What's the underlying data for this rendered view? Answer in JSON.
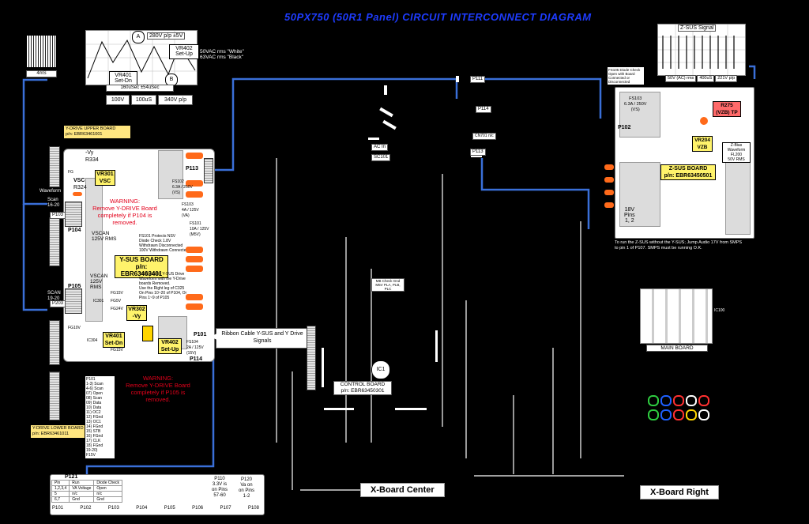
{
  "title": "50PX750 (50R1 Panel) CIRCUIT INTERCONNECT DIAGRAM",
  "colors": {
    "background": "#000000",
    "wire": "#3a6fd8",
    "warning": "#e3001b",
    "highlight": "#fff36b",
    "heat": "#ff6a1a",
    "title": "#1e3cff"
  },
  "waveform_top_left": {
    "label_4ms": "4mS",
    "marker_a": "A",
    "marker_b": "B",
    "vpp_1": "280V p/p ±5V",
    "vr402": "VR402\nSet-Up",
    "vr401": "VR401\nSet-Dn",
    "ac_note": "50VAC rms \"White\"\n63VAC rms \"Black\"",
    "time_1": "160uSec ±54uSec",
    "cells": [
      "100V",
      "100uS",
      "340V p/p"
    ]
  },
  "y_drive_upper": "Y-DRIVE UPPER BOARD\np/n: EBR63461001",
  "y_drive_lower": "Y-DRIVE LOWER BOARD\np/n: EBR63461011",
  "y_sus": {
    "vy": "-Vy",
    "r334": "R334",
    "vr301": "VR301\nVSC",
    "vsc": "VSC",
    "r324": "R324",
    "waveform": "Waveform",
    "scan": "Scan\n16-20",
    "p103": "P103",
    "p104": "P104",
    "p105": "P105",
    "scan2": "SCAN\n19-20",
    "p203": "P203",
    "warning_1": "WARNING:\nRemove Y-DRIVE Board\ncompletely if P104 is\nremoved.",
    "warning_2": "WARNING:\nRemove Y-DRIVE Board\ncompletely if P105 is\nremoved.",
    "vscan": "VSCAN\n125V RMS",
    "vscan2": "VSCAN\n125V\nRMS",
    "board_name": "Y-SUS BOARD\np/n: EBR63463401",
    "check_note": "To Check for Y-SUS Drive\nWaveform with the Y-Drive\nboards Removed.\nUse the Right leg of C325\nOn Pins 10~20 of P104, Or\nPins 1~9 of P105",
    "fs101_note": "FS101 Protects NSV\nDiode Check 1.8V\nWithdrawn Disconnected\n100V Withdrawn Connected",
    "p113": "P113",
    "fs102": "FS102\n6.3A / 250V\n(VS)",
    "fs103": "FS103\n4A / 125V\n(VA)",
    "fs101": "FS101\n10A / 125V\n(M5V)",
    "vr302": "VR302\n-Vy",
    "vr401b": "VR401\nSet-Dn",
    "vr402b": "VR402\nSet-Up",
    "p101": "P101",
    "fs104": "FS104\n2A / 125V\n(15V)",
    "p114": "P114",
    "ic301": "IC301",
    "ic304": "IC304",
    "fg": "FG",
    "fg15v": "FG15V",
    "fg5v": "FG5V",
    "fg24v": "FG24V",
    "fg10v": "FG10V",
    "fg15v2": "FG15V",
    "p101_pins": "P101\n1-3) Scan\n4-6) Scan\n07) Open\n08) Scan\n09) Data\n10) Data\n11) OC2\n12) FGnd\n13) OC1\n14) FGnd\n15) STB\n16) FGnd\n17) CLK\n18) FGnd\n19-20)\nF15V"
  },
  "ribbon": "Ribbon Cable\nY-SUS and Y Drive Signals",
  "control_board": {
    "p111": "P111",
    "p114": "P114",
    "p113": "P113",
    "cn701": "CN701\nn/c",
    "ac_in": "AC In",
    "sc101": "SC101",
    "name": "CONTROL BOARD\np/n: EBR63450301",
    "ic1": "IC1",
    "test_point": "MB\nCheck Gnd\nM5V\nPLA, PLB, PLC"
  },
  "z_sus": {
    "signal_title": "Z-SUS Signal",
    "signal_cells": [
      "50V (AC) rms",
      "400uS",
      "221V p/p"
    ],
    "fs105_note": "FS105 Diode Check\nOpen with Board\nConnected or\nDisconnected",
    "fs103": "FS103\n6.3A / 250V\n(VS)",
    "p102": "P102",
    "r275": "R275\n(VZB) TP",
    "vr204": "VR204\nVZB",
    "z_bias": "Z-Bias\nWaveform\nFL200\n50V RMS",
    "board_name": "Z-SUS BOARD\np/n: EBR63450501",
    "p18v": "18V\nPins\n1, 2",
    "note": "To run the Z-SUS without the Y-SUS; Jump Audio 17V from SMPS\nto pin 1 of P107. SMPS must be running O.K."
  },
  "main_board": {
    "name": "MAIN BOARD",
    "ic": "IC100"
  },
  "bottom": {
    "p121": "P121",
    "table_headers": [
      "Pin",
      "Run",
      "Diode Check"
    ],
    "table_rows": [
      [
        "1,2,3,4",
        "VA Voltage",
        "Open"
      ],
      [
        "5",
        "n/c",
        "n/c"
      ],
      [
        "6,7",
        "Gnd",
        "Gnd"
      ]
    ],
    "connectors": [
      "P101",
      "P102",
      "P103",
      "P104",
      "P105",
      "P106",
      "P107",
      "P108"
    ],
    "p110": "P110\n3.3V is\non Pins\n57-60",
    "p120": "P120\nVa on\non Pins\n1-2",
    "x_center": "X-Board Center",
    "x_right": "X-Board Right"
  }
}
